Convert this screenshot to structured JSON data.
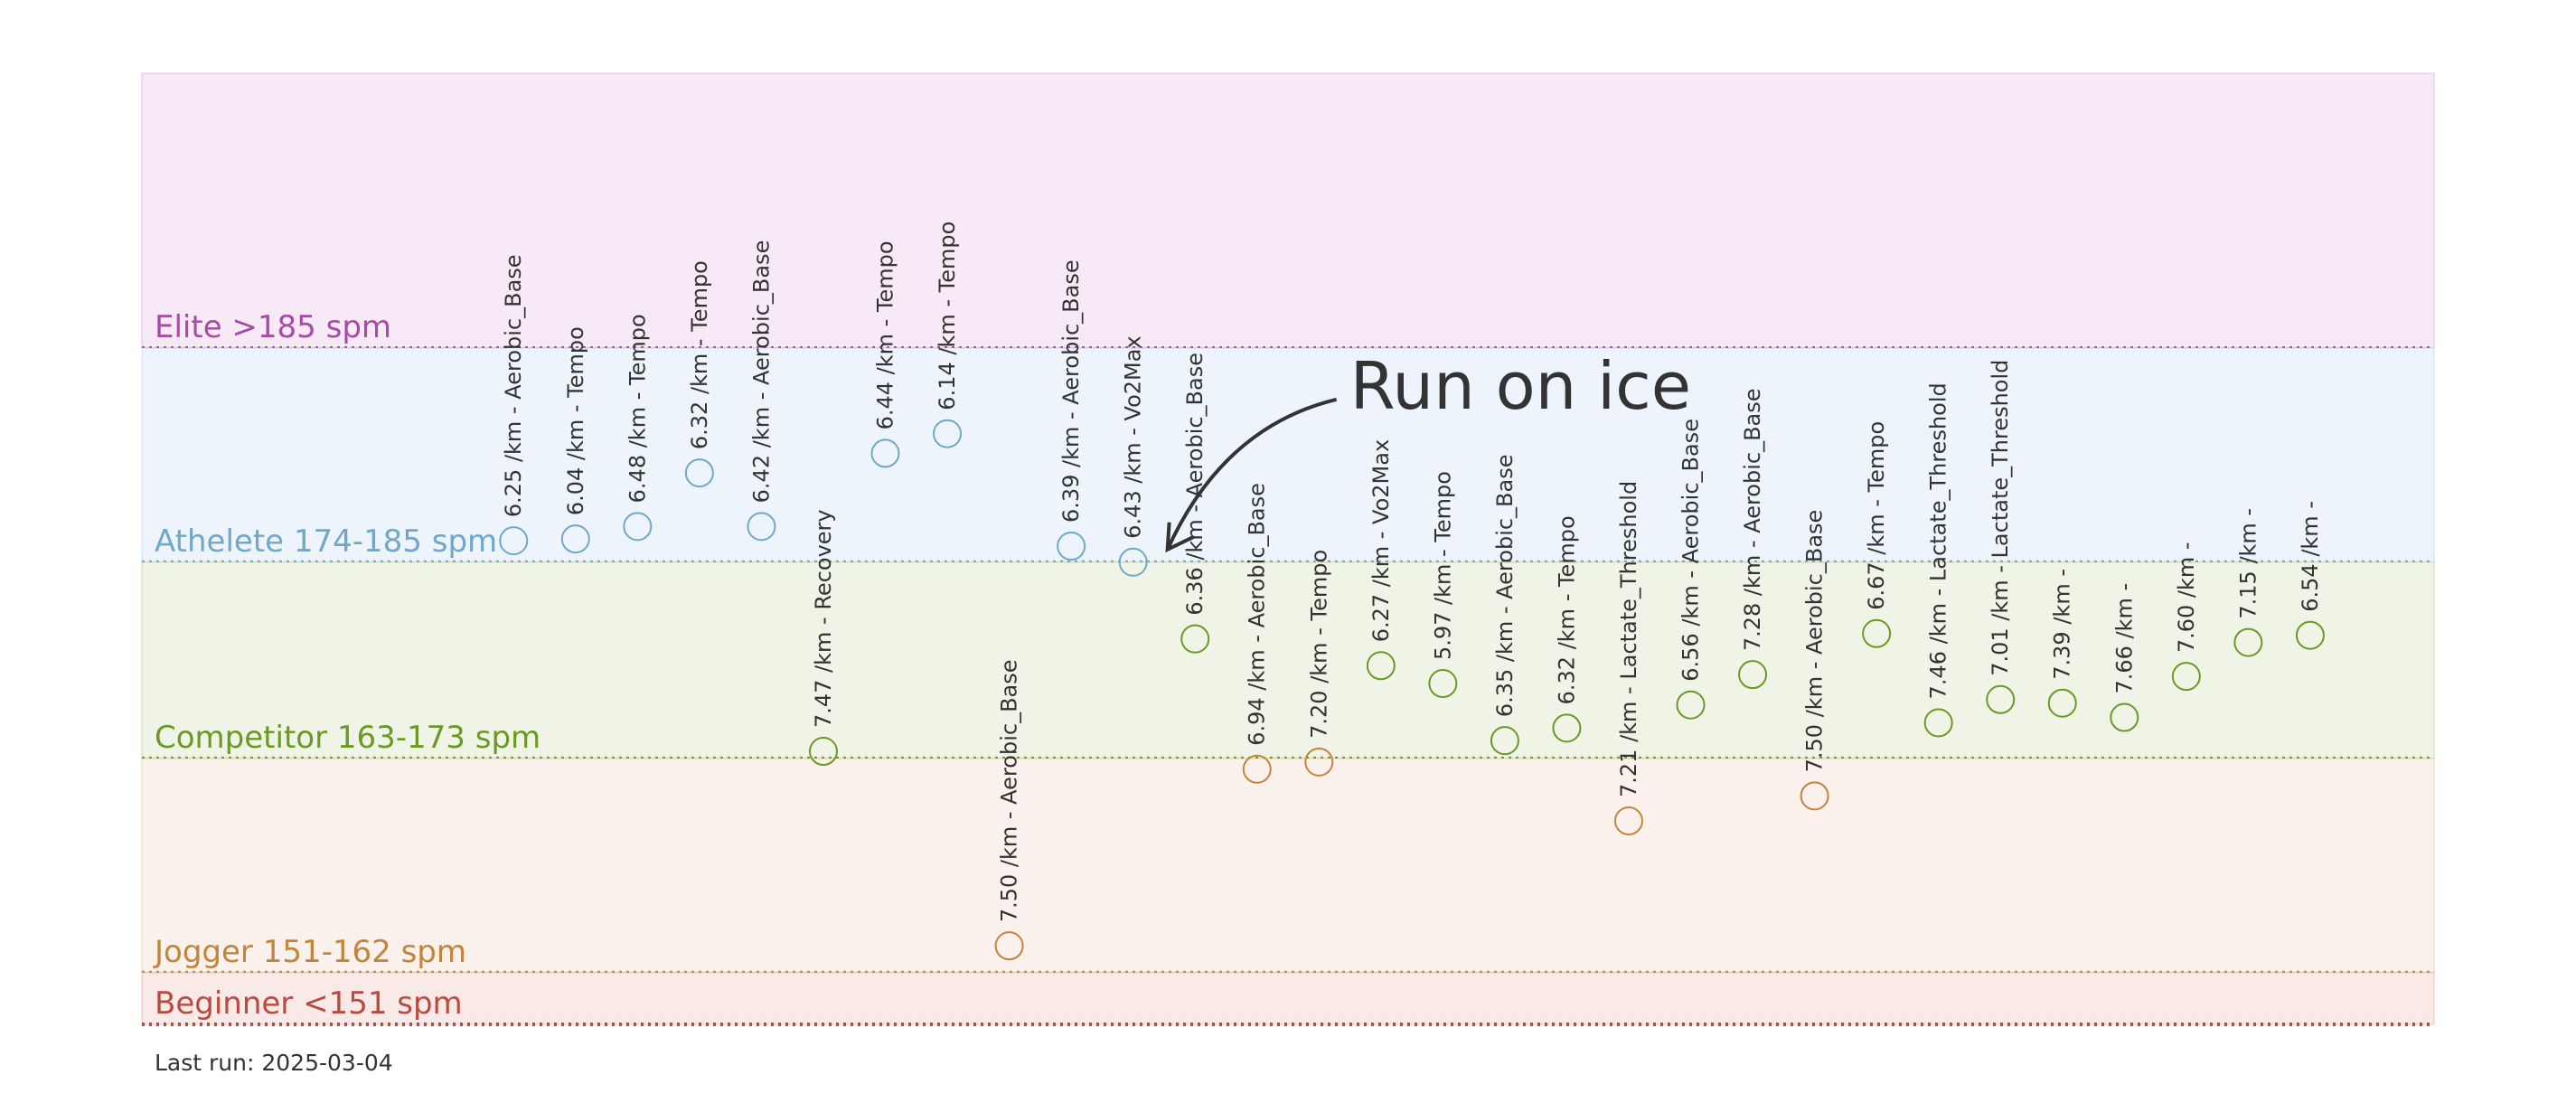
{
  "chart_data": {
    "type": "scatter",
    "ylim": [
      147.6,
      200.9
    ],
    "xlim": [
      1,
      38
    ],
    "grid": false,
    "legend": "none",
    "zones": [
      {
        "label": "Elite >185 spm",
        "lower": 185.5,
        "upper": 200.9,
        "color": "#a64ca6",
        "fill": "#f7e9f5"
      },
      {
        "label": "Athelete 174-185 spm",
        "lower": 173.5,
        "upper": 185.5,
        "color": "#6fa8c8",
        "fill": "#edf4fc"
      },
      {
        "label": "Competitor 163-173 spm",
        "lower": 162.5,
        "upper": 173.5,
        "color": "#6a9a23",
        "fill": "#f0f4e7"
      },
      {
        "label": "Jogger 151-162 spm",
        "lower": 150.5,
        "upper": 162.5,
        "color": "#c1853b",
        "fill": "#fbf1ec"
      },
      {
        "label": "Beginner <151 spm",
        "lower": 147.6,
        "upper": 150.5,
        "color": "#b94a40",
        "fill": "#f9e9e7"
      }
    ],
    "points": [
      {
        "x": 7,
        "y": 174.7,
        "label": "6.25 /km - Aerobic_Base"
      },
      {
        "x": 8,
        "y": 174.8,
        "label": "6.04 /km - Tempo"
      },
      {
        "x": 9,
        "y": 175.5,
        "label": "6.48 /km - Tempo"
      },
      {
        "x": 10,
        "y": 178.5,
        "label": "6.32 /km - Tempo"
      },
      {
        "x": 11,
        "y": 175.5,
        "label": "6.42 /km - Aerobic_Base"
      },
      {
        "x": 12,
        "y": 162.9,
        "label": "7.47 /km - Recovery"
      },
      {
        "x": 13,
        "y": 179.6,
        "label": "6.44 /km - Tempo"
      },
      {
        "x": 14,
        "y": 180.7,
        "label": "6.14 /km - Tempo"
      },
      {
        "x": 15,
        "y": 152.0,
        "label": "7.50 /km - Aerobic_Base"
      },
      {
        "x": 16,
        "y": 174.4,
        "label": "6.39 /km - Aerobic_Base"
      },
      {
        "x": 17,
        "y": 173.5,
        "label": "6.43 /km - Vo2Max"
      },
      {
        "x": 18,
        "y": 169.2,
        "label": "6.36 /km - Aerobic_Base"
      },
      {
        "x": 19,
        "y": 161.9,
        "label": "6.94 /km - Aerobic_Base"
      },
      {
        "x": 20,
        "y": 162.3,
        "label": "7.20 /km - Tempo"
      },
      {
        "x": 21,
        "y": 167.7,
        "label": "6.27 /km - Vo2Max"
      },
      {
        "x": 22,
        "y": 166.7,
        "label": "5.97 /km - Tempo"
      },
      {
        "x": 23,
        "y": 163.5,
        "label": "6.35 /km - Aerobic_Base"
      },
      {
        "x": 24,
        "y": 164.2,
        "label": "6.32 /km - Tempo"
      },
      {
        "x": 25,
        "y": 159.0,
        "label": "7.21 /km - Lactate_Threshold"
      },
      {
        "x": 26,
        "y": 165.5,
        "label": "6.56 /km - Aerobic_Base"
      },
      {
        "x": 27,
        "y": 167.2,
        "label": "7.28 /km - Aerobic_Base"
      },
      {
        "x": 28,
        "y": 160.4,
        "label": "7.50 /km - Aerobic_Base"
      },
      {
        "x": 29,
        "y": 169.5,
        "label": "6.67 /km - Tempo"
      },
      {
        "x": 30,
        "y": 164.5,
        "label": "7.46 /km - Lactate_Threshold"
      },
      {
        "x": 31,
        "y": 165.8,
        "label": "7.01 /km - Lactate_Threshold"
      },
      {
        "x": 32,
        "y": 165.6,
        "label": "7.39 /km -"
      },
      {
        "x": 33,
        "y": 164.8,
        "label": "7.66 /km -"
      },
      {
        "x": 34,
        "y": 167.1,
        "label": "7.60 /km -"
      },
      {
        "x": 35,
        "y": 169.0,
        "label": "7.15 /km -"
      },
      {
        "x": 36,
        "y": 169.4,
        "label": "6.54 /km -"
      }
    ],
    "annotation": {
      "text": "Run on ice",
      "x": 17,
      "y": 173.5
    }
  },
  "footer": {
    "last_run": "Last run: 2025-03-04"
  }
}
